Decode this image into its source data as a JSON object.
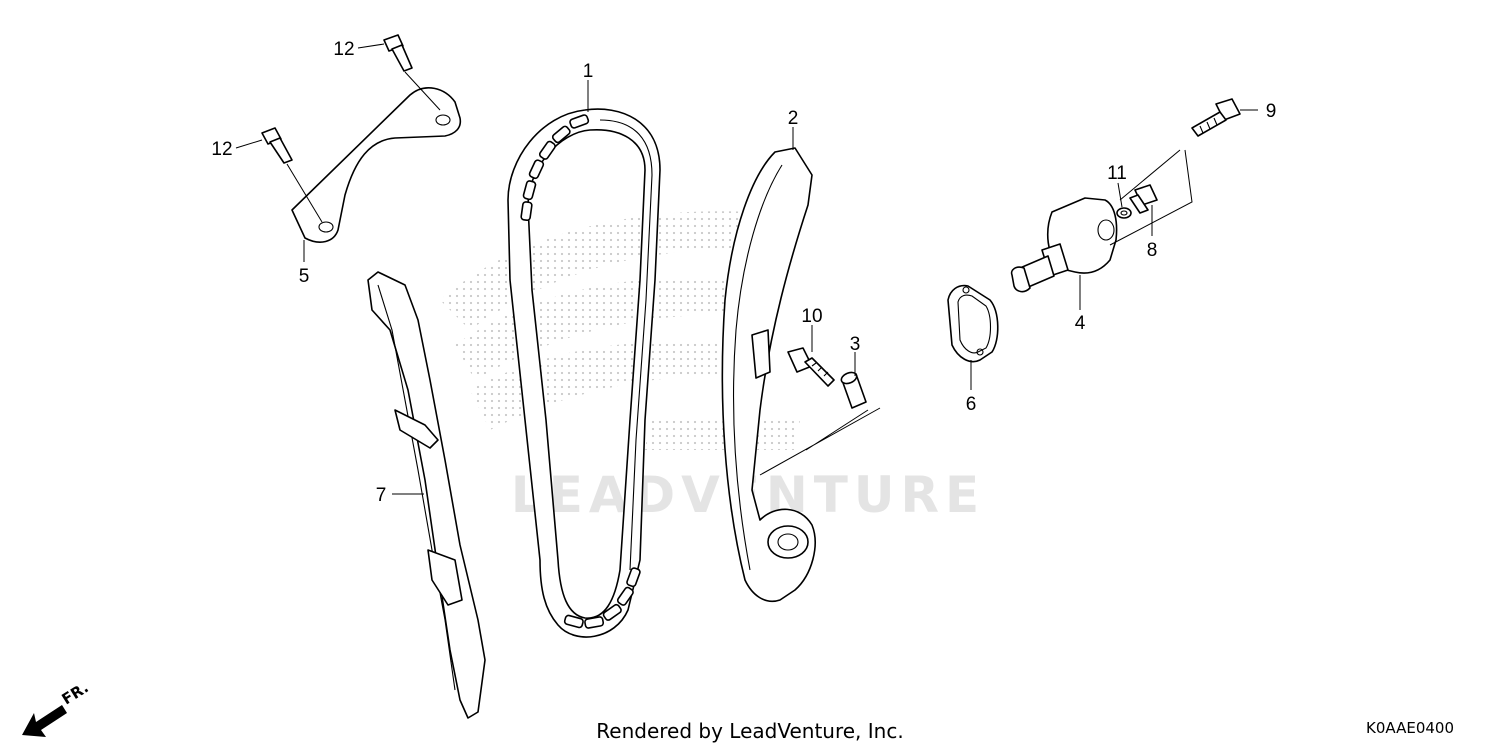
{
  "watermark": {
    "text": "LEADVENTURE"
  },
  "callouts": {
    "p1": "1",
    "p2": "2",
    "p3": "3",
    "p4": "4",
    "p5": "5",
    "p6": "6",
    "p7": "7",
    "p8": "8",
    "p9": "9",
    "p10": "10",
    "p11": "11",
    "p12a": "12",
    "p12b": "12"
  },
  "front_arrow": {
    "label": "FR."
  },
  "footer": {
    "rendered_by": "Rendered by LeadVenture, Inc.",
    "diagram_code": "K0AAE0400"
  }
}
